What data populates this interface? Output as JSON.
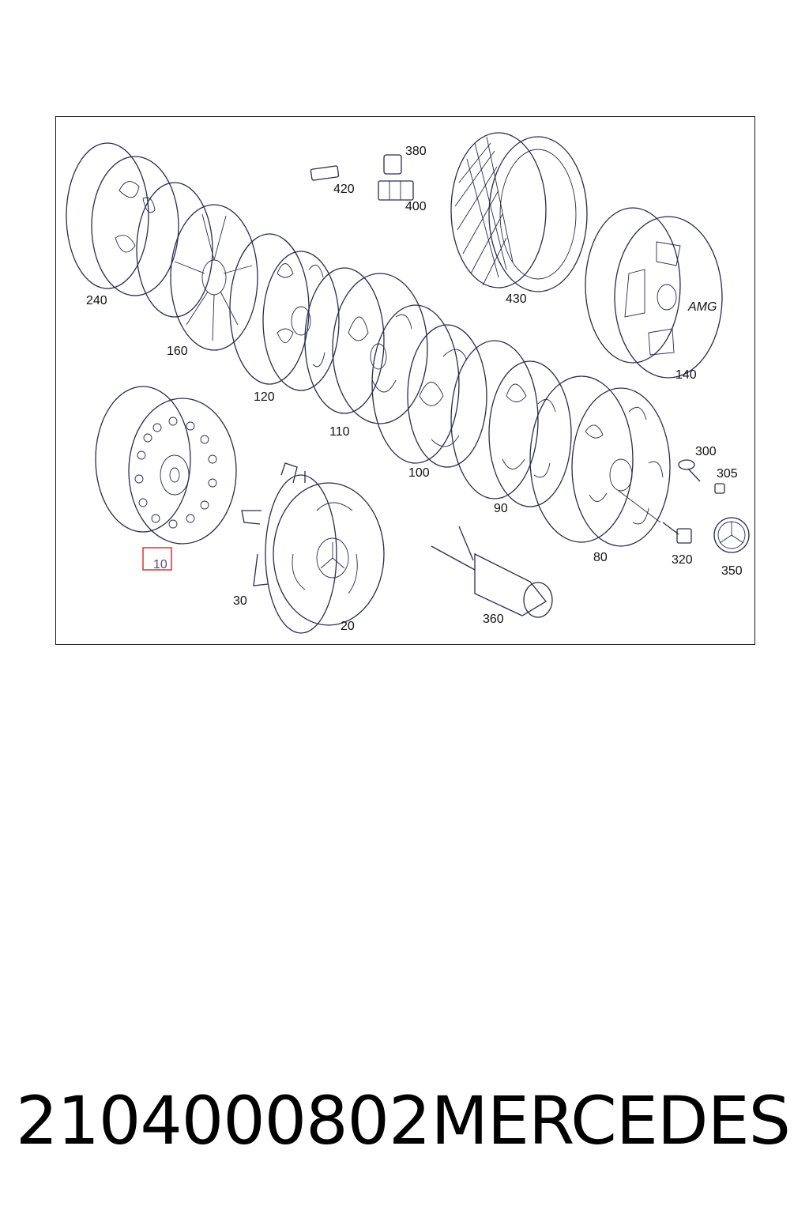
{
  "diagram": {
    "callouts": [
      {
        "id": "240",
        "label": "240"
      },
      {
        "id": "160",
        "label": "160"
      },
      {
        "id": "120",
        "label": "120"
      },
      {
        "id": "110",
        "label": "110"
      },
      {
        "id": "100",
        "label": "100"
      },
      {
        "id": "90",
        "label": "90"
      },
      {
        "id": "80",
        "label": "80"
      },
      {
        "id": "140",
        "label": "140"
      },
      {
        "id": "430",
        "label": "430"
      },
      {
        "id": "420",
        "label": "420"
      },
      {
        "id": "380",
        "label": "380"
      },
      {
        "id": "400",
        "label": "400"
      },
      {
        "id": "300",
        "label": "300"
      },
      {
        "id": "305",
        "label": "305"
      },
      {
        "id": "320",
        "label": "320"
      },
      {
        "id": "350",
        "label": "350"
      },
      {
        "id": "360",
        "label": "360"
      },
      {
        "id": "30",
        "label": "30"
      },
      {
        "id": "20",
        "label": "20"
      },
      {
        "id": "10",
        "label": "10"
      }
    ],
    "highlighted_callout": "10",
    "badge_text": "AMG",
    "highlight_color": "#e03030"
  },
  "footer": {
    "part_number": "2104000802",
    "brand": "MERCEDES"
  }
}
